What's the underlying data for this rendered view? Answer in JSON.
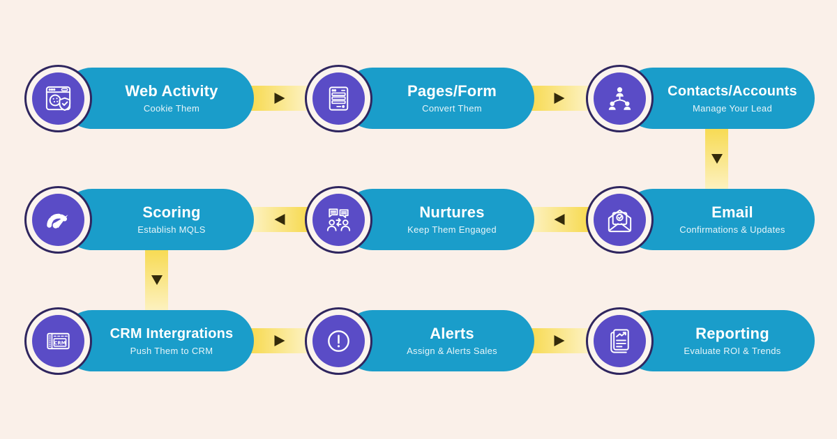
{
  "title": "Marketing automation flow diagram",
  "colors": {
    "background": "#faf0e9",
    "pill": "#1a9dca",
    "badge": "#5a4cc6",
    "badge_ring": "#2f265f",
    "badge_ring_inner": "#fbf4ee",
    "connector_start": "#f7d94b",
    "connector_end": "#fdf3c8",
    "arrow": "#332a0a",
    "title_text": "#ffffff",
    "subtitle_text": "#e8f5f9"
  },
  "nodes": [
    {
      "title": "Web Activity",
      "subtitle": "Cookie Them",
      "icon": "web-activity-icon"
    },
    {
      "title": "Pages/Form",
      "subtitle": "Convert Them",
      "icon": "pages-form-icon"
    },
    {
      "title": "Contacts/Accounts",
      "subtitle": "Manage Your Lead",
      "icon": "contacts-accounts-icon"
    },
    {
      "title": "Email",
      "subtitle": "Confirmations & Updates",
      "icon": "email-icon"
    },
    {
      "title": "Nurtures",
      "subtitle": "Keep Them Engaged",
      "icon": "nurtures-icon"
    },
    {
      "title": "Scoring",
      "subtitle": "Establish MQLS",
      "icon": "scoring-icon"
    },
    {
      "title": "CRM Intergrations",
      "subtitle": "Push Them to CRM",
      "icon": "crm-icon"
    },
    {
      "title": "Alerts",
      "subtitle": "Assign & Alerts Sales",
      "icon": "alerts-icon"
    },
    {
      "title": "Reporting",
      "subtitle": "Evaluate ROI & Trends",
      "icon": "reporting-icon"
    }
  ],
  "connectors": [
    {
      "from": "Web Activity",
      "to": "Pages/Form",
      "direction": "right"
    },
    {
      "from": "Pages/Form",
      "to": "Contacts/Accounts",
      "direction": "right"
    },
    {
      "from": "Contacts/Accounts",
      "to": "Email",
      "direction": "down"
    },
    {
      "from": "Email",
      "to": "Nurtures",
      "direction": "left"
    },
    {
      "from": "Nurtures",
      "to": "Scoring",
      "direction": "left"
    },
    {
      "from": "Scoring",
      "to": "CRM Intergrations",
      "direction": "down"
    },
    {
      "from": "CRM Intergrations",
      "to": "Alerts",
      "direction": "right"
    },
    {
      "from": "Alerts",
      "to": "Reporting",
      "direction": "right"
    }
  ]
}
